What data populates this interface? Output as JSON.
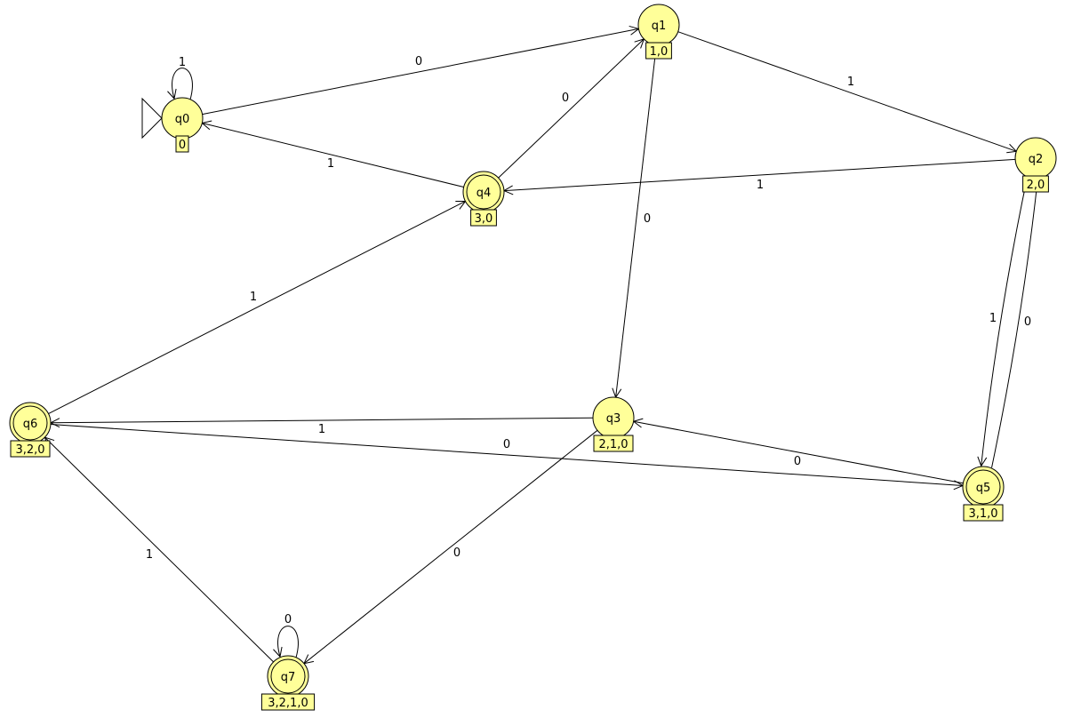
{
  "states": [
    {
      "id": "q0",
      "name": "q0",
      "set": "0",
      "accepting": false,
      "initial": true
    },
    {
      "id": "q1",
      "name": "q1",
      "set": "1,0",
      "accepting": false,
      "initial": false
    },
    {
      "id": "q2",
      "name": "q2",
      "set": "2,0",
      "accepting": false,
      "initial": false
    },
    {
      "id": "q3",
      "name": "q3",
      "set": "2,1,0",
      "accepting": false,
      "initial": false
    },
    {
      "id": "q4",
      "name": "q4",
      "set": "3,0",
      "accepting": true,
      "initial": false
    },
    {
      "id": "q5",
      "name": "q5",
      "set": "3,1,0",
      "accepting": true,
      "initial": false
    },
    {
      "id": "q6",
      "name": "q6",
      "set": "3,2,0",
      "accepting": true,
      "initial": false
    },
    {
      "id": "q7",
      "name": "q7",
      "set": "3,2,1,0",
      "accepting": true,
      "initial": false
    }
  ],
  "transitions": [
    {
      "from": "q0",
      "to": "q0",
      "label": "1"
    },
    {
      "from": "q0",
      "to": "q1",
      "label": "0"
    },
    {
      "from": "q1",
      "to": "q2",
      "label": "1"
    },
    {
      "from": "q1",
      "to": "q3",
      "label": "0"
    },
    {
      "from": "q4",
      "to": "q1",
      "label": "0"
    },
    {
      "from": "q4",
      "to": "q0",
      "label": "1"
    },
    {
      "from": "q2",
      "to": "q4",
      "label": "1"
    },
    {
      "from": "q2",
      "to": "q5",
      "label": "0"
    },
    {
      "from": "q5",
      "to": "q2",
      "label": "1"
    },
    {
      "from": "q6",
      "to": "q4",
      "label": "1"
    },
    {
      "from": "q3",
      "to": "q6",
      "label": "1"
    },
    {
      "from": "q6",
      "to": "q5",
      "label": "0"
    },
    {
      "from": "q5",
      "to": "q3",
      "label": "0"
    },
    {
      "from": "q3",
      "to": "q7",
      "label": "0"
    },
    {
      "from": "q7",
      "to": "q6",
      "label": "1"
    },
    {
      "from": "q7",
      "to": "q7",
      "label": "0"
    }
  ],
  "colors": {
    "state_fill": "#ffff99",
    "stroke": "#000000",
    "background": "#ffffff"
  }
}
